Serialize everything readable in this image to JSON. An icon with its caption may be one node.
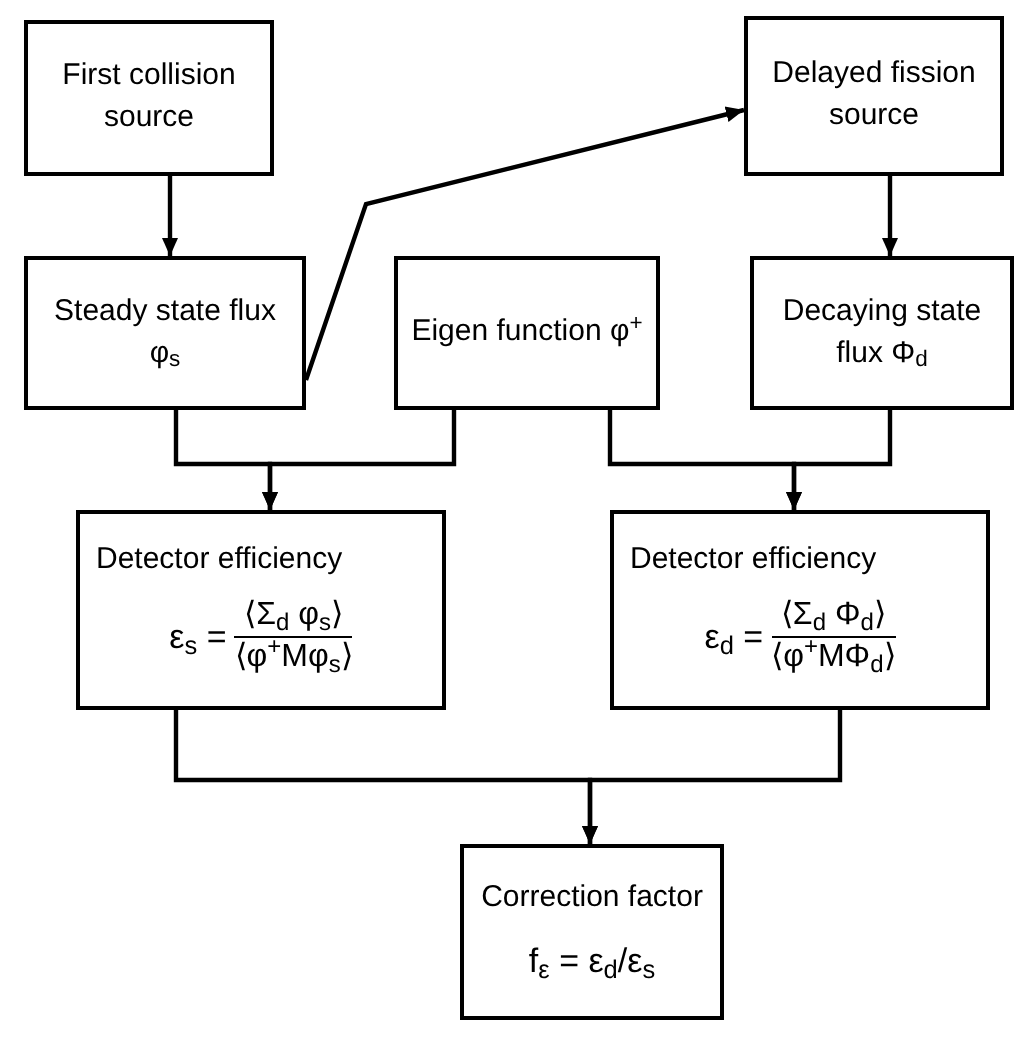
{
  "diagram": {
    "nodes": [
      {
        "text": [
          "First collision source"
        ]
      },
      {
        "text": [
          "Delayed fission source"
        ]
      },
      {
        "text": [
          "Steady state flux φ$_{s}$"
        ]
      },
      {
        "text": [
          "Eigen function φ$^{+}$"
        ]
      },
      {
        "text": [
          "Decaying state flux Φ$_{d}$"
        ]
      },
      {
        "text": [
          "Detector efficiency",
          "ε$_{s}$ =",
          "⟨Σ$_{d}$ φ$_{s}$⟩",
          "⟨φ$^{+}$Mφ$_{s}$⟩"
        ]
      },
      {
        "text": [
          "Detector efficiency",
          "ε$_{d}$ =",
          "⟨Σ$_{d}$ Φ$_{d}$⟩",
          "⟨φ$^{+}$MΦ$_{d}$⟩"
        ]
      },
      {
        "text": [
          "Correction factor",
          "f$_{ε}$ = ε$_{d}$/ε$_{s}$"
        ]
      }
    ],
    "edges": [
      {
        "from": 0,
        "to": 2,
        "arrow": "to"
      },
      {
        "from": 2,
        "to": 1,
        "arrow": "to"
      },
      {
        "from": 1,
        "to": 4,
        "arrow": "to"
      },
      {
        "from": 2,
        "to": 5,
        "arrow": "to"
      },
      {
        "from": 3,
        "to": 5,
        "arrow": "to"
      },
      {
        "from": 3,
        "to": 6,
        "arrow": "to"
      },
      {
        "from": 4,
        "to": 6,
        "arrow": "to"
      },
      {
        "from": 5,
        "to": 7,
        "arrow": "to"
      },
      {
        "from": 6,
        "to": 7,
        "arrow": "to"
      }
    ]
  }
}
